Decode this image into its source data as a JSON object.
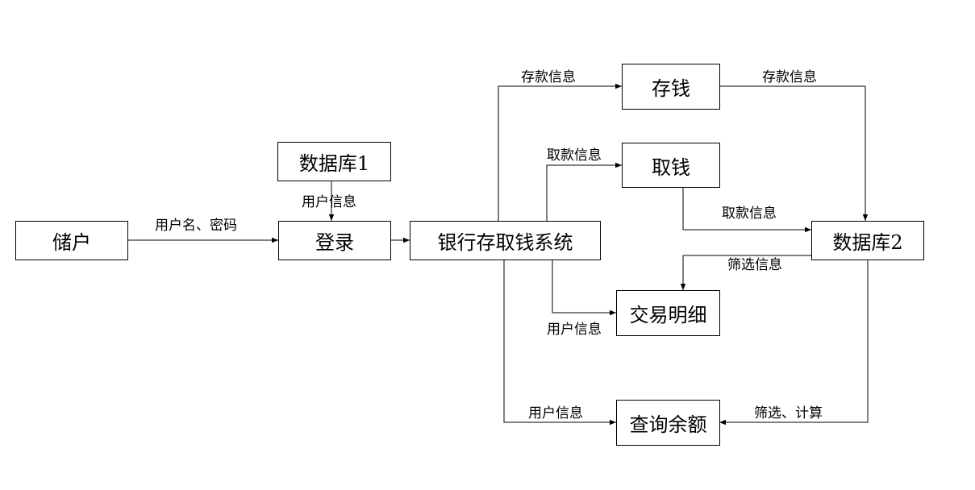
{
  "nodes": {
    "depositor": "储户",
    "login": "登录",
    "database1": "数据库1",
    "system": "银行存取钱系统",
    "deposit": "存钱",
    "withdraw": "取钱",
    "database2": "数据库2",
    "transactions": "交易明细",
    "balance": "查询余额"
  },
  "edges": {
    "depositor_to_login": "用户名、密码",
    "db1_to_login": "用户信息",
    "system_to_deposit": "存款信息",
    "deposit_to_db2": "存款信息",
    "system_to_withdraw": "取款信息",
    "withdraw_to_db2": "取款信息",
    "db2_to_transactions": "筛选信息",
    "system_to_transactions": "用户信息",
    "system_to_balance": "用户信息",
    "db2_to_balance": "筛选、计算"
  }
}
